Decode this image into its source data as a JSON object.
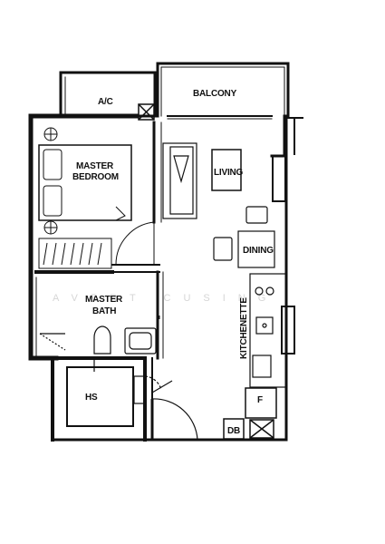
{
  "watermark": "AVERT CUSING",
  "rooms": {
    "ac": "A/C",
    "balcony": "BALCONY",
    "living": "LIVING",
    "master_bedroom_1": "MASTER",
    "master_bedroom_2": "BEDROOM",
    "dining": "DINING",
    "master_bath_1": "MASTER",
    "master_bath_2": "BATH",
    "kitchenette": "KITCHENETTE",
    "hs": "HS",
    "fridge": "F",
    "db": "DB"
  },
  "colors": {
    "wall": "#111111",
    "background": "#ffffff",
    "watermark": "#d6d6d6"
  }
}
